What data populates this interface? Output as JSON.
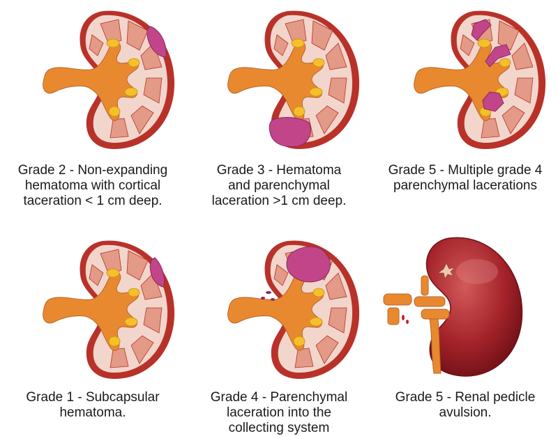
{
  "panels": [
    {
      "id": "g2",
      "lines": [
        "Grade 2 - Non-expanding",
        "hematoma with cortical",
        "taceration < 1 cm deep."
      ]
    },
    {
      "id": "g3",
      "lines": [
        "Grade 3 - Hematoma",
        "and parenchymal",
        "laceration >1 cm deep."
      ]
    },
    {
      "id": "g5a",
      "lines": [
        "Grade 5 - Multiple grade 4",
        "parenchymal lacerations"
      ]
    },
    {
      "id": "g1",
      "lines": [
        "Grade 1 - Subcapsular",
        "hematoma."
      ]
    },
    {
      "id": "g4",
      "lines": [
        "Grade 4 - Parenchymal",
        "laceration into the",
        "collecting system"
      ]
    },
    {
      "id": "g5b",
      "lines": [
        "Grade 5 - Renal pedicle",
        "avulsion."
      ]
    }
  ],
  "colors": {
    "capsule": "#b8322a",
    "cortex": "#f2d6cc",
    "medulla": "#e39a86",
    "pelvis": "#e9892f",
    "calyx": "#f5c02a",
    "hematoma": "#c2458a",
    "kidney_whole": "#a4232a"
  }
}
